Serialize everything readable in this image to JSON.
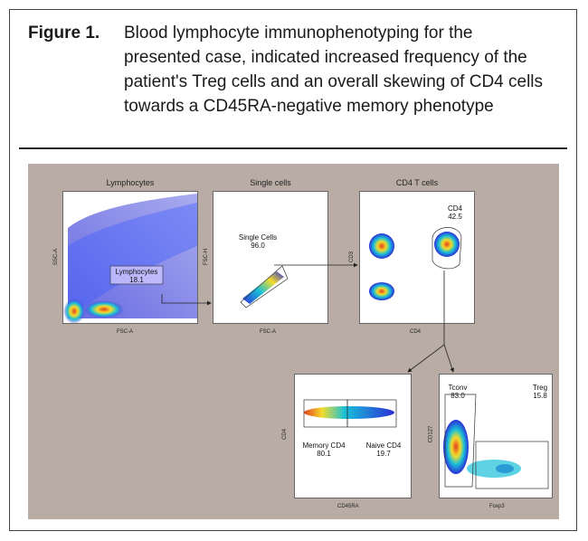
{
  "figure": {
    "label": "Figure 1.",
    "caption": "Blood lymphocyte immunophenotyping for the presented case, indicated increased frequency of the patient's Treg cells and an overall skewing of CD4 cells towards a CD45RA-negative memory phenotype"
  },
  "plots": {
    "lymphocytes": {
      "title": "Lymphocytes",
      "xlabel": "FSC-A",
      "ylabel": "SSC-A",
      "gate_name": "Lymphocytes",
      "gate_value": "18.1"
    },
    "single_cells": {
      "title": "Single cells",
      "xlabel": "FSC-A",
      "ylabel": "FSC-H",
      "gate_name": "Single Cells",
      "gate_value": "96.0"
    },
    "cd4_t_cells": {
      "title": "CD4 T cells",
      "xlabel": "CD4",
      "ylabel": "CD3",
      "gate_name": "CD4",
      "gate_value": "42.5"
    },
    "memory_naive": {
      "xlabel": "CD45RA",
      "ylabel": "CD4",
      "gate1_name": "Memory CD4",
      "gate1_value": "80.1",
      "gate2_name": "Naive CD4",
      "gate2_value": "19.7"
    },
    "treg": {
      "xlabel": "Foxp3",
      "ylabel": "CD127",
      "gate1_name": "Tconv",
      "gate1_value": "83.0",
      "gate2_name": "Treg",
      "gate2_value": "15.8"
    }
  },
  "colors": {
    "panel_bg": "#b8aca5",
    "dot_low": "#2b2fd6",
    "dot_mid": "#19c0d8",
    "dot_high": "#f2dc2b",
    "dot_peak": "#e5401c"
  }
}
